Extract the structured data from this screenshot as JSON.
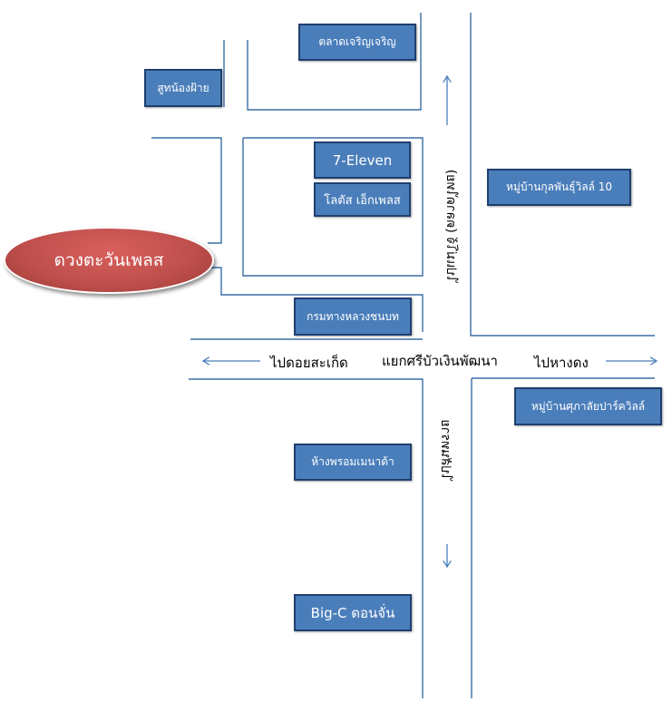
{
  "colors": {
    "road_line": "#3b6ea5",
    "arrow": "#4a7ebb",
    "box_fill": "#4a7ebb",
    "box_border": "#1f3f6e",
    "highlight_fill": "#c0504d"
  },
  "highlight": {
    "label": "ดวงตะวันเพลส"
  },
  "roads": {
    "left_label": "ไปดอยสะเก็ด",
    "right_label": "ไปหางดง",
    "junction_label": "แยกศรีบัวเงินพัฒนา",
    "north_label": "ไปแม่โจ้ (ตลาดไทย)",
    "south_label": "ไปสันทราย"
  },
  "places": {
    "talad": "ตลาดเจริญเจริญ",
    "suki": "สูทน้องฝ้าย",
    "seven": "7-Eleven",
    "lotus": "โลตัส เอ็กเพลส",
    "krom": "กรมทางหลวงชนบท",
    "village1": "หมู่บ้านกุลพันธุ์วิลล์ 10",
    "village2": "หมู่บ้านศุภาลัยปาร์ควิลล์",
    "homepro": "ห้างพรอมเมนาด้า",
    "bigc": "Big-C ดอนจั่น"
  }
}
